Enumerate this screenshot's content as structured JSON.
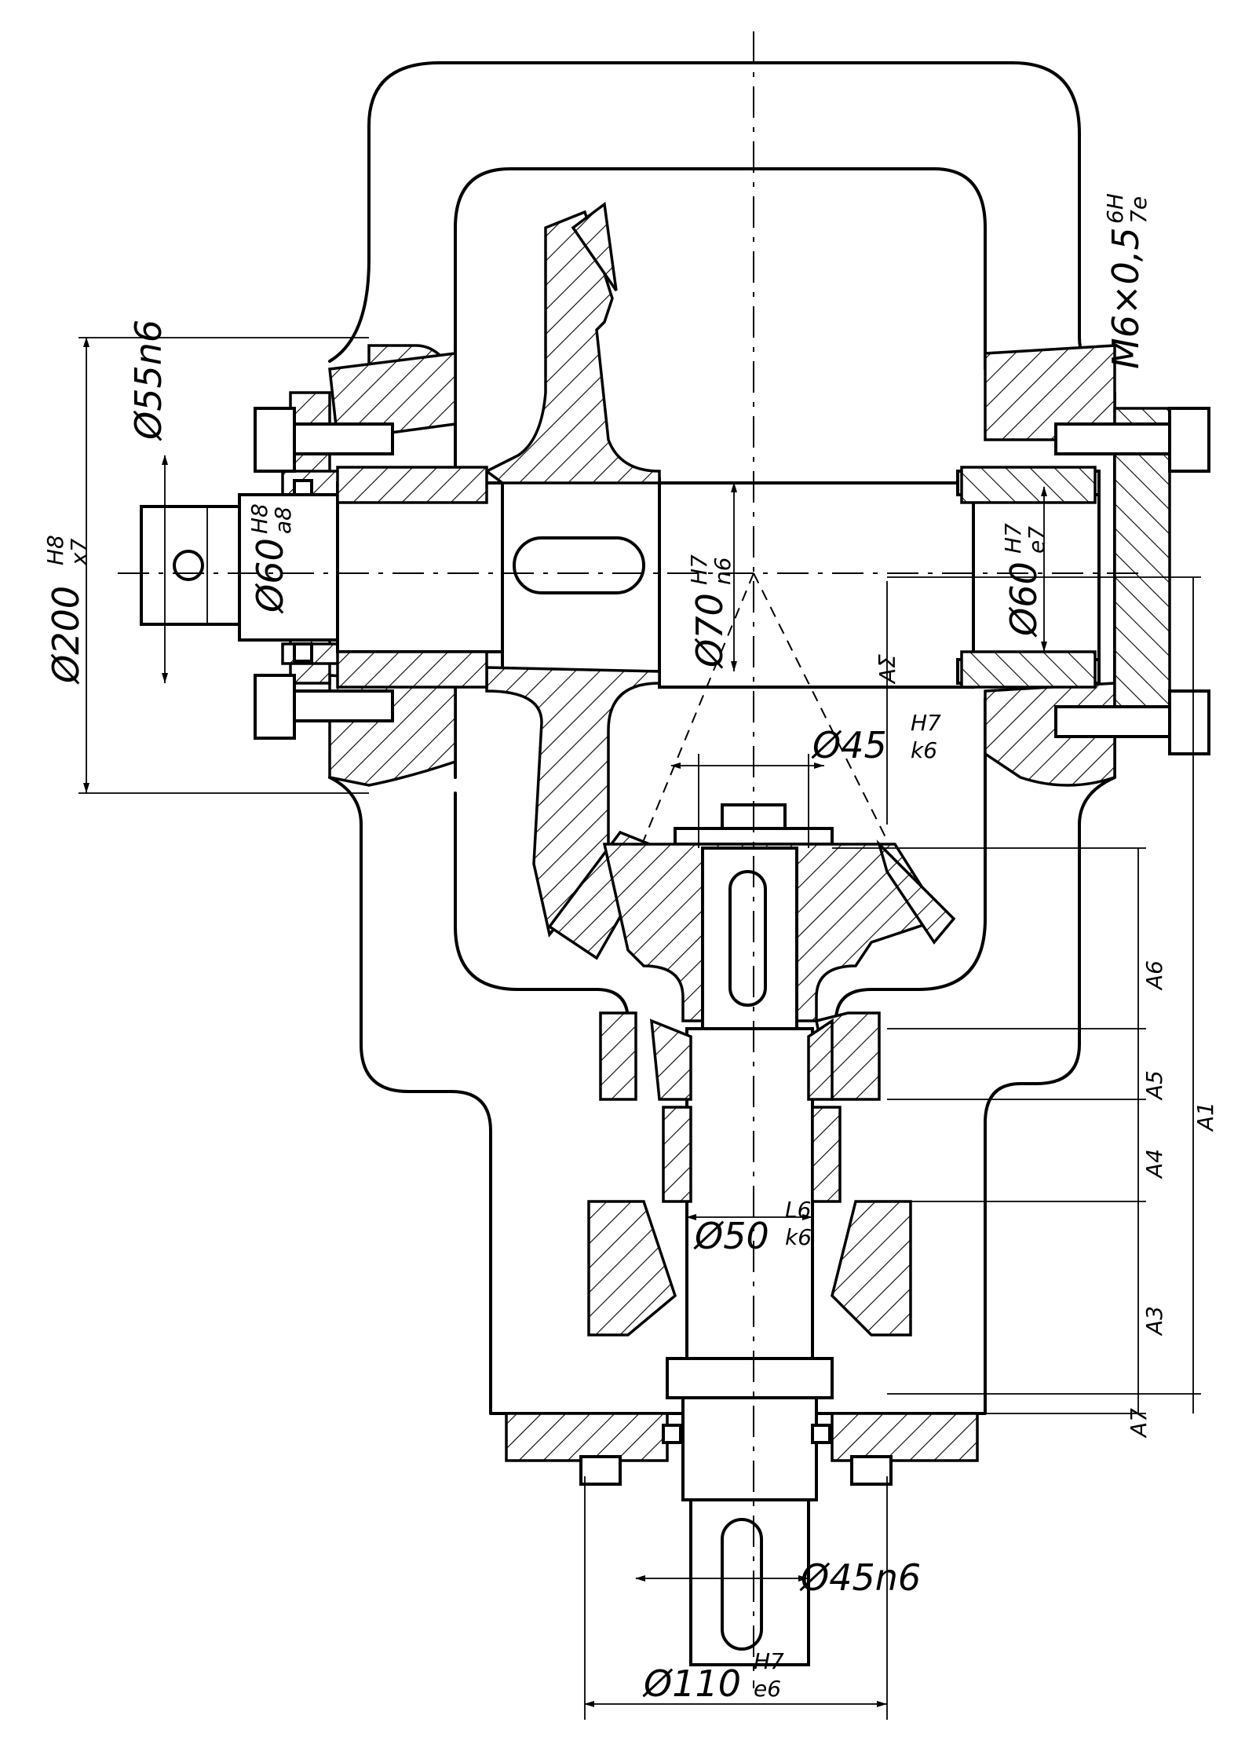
{
  "labels": {
    "d200": "Ø200",
    "d200_fit_top": "H8",
    "d200_fit_bot": "x7",
    "d55": "Ø55n6",
    "d60l": "Ø60",
    "d60l_fit_top": "H8",
    "d60l_fit_bot": "a8",
    "d70": "Ø70",
    "d70_fit_top": "H7",
    "d70_fit_bot": "n6",
    "d60r": "Ø60",
    "d60r_fit_top": "H7",
    "d60r_fit_bot": "e7",
    "thread": "M6×0,5",
    "thread_fit_top": "6H",
    "thread_fit_bot": "7e",
    "d45": "Ø45",
    "d45_fit_top": "H7",
    "d45_fit_bot": "k6",
    "d50": "Ø50",
    "d50_fit_top": "L6",
    "d50_fit_bot": "k6",
    "d45n6": "Ø45n6",
    "d110": "Ø110",
    "d110_fit_top": "H7",
    "d110_fit_bot": "e6",
    "a1": "A1",
    "a2": "AΣ",
    "a3": "A3",
    "a4": "A4",
    "a5": "A5",
    "a6": "A6",
    "a7": "A7"
  }
}
